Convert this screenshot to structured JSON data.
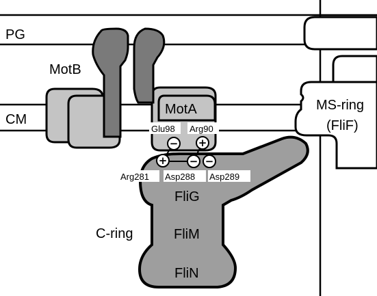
{
  "labels": {
    "pg": "PG",
    "cm": "CM",
    "motb": "MotB",
    "mota": "MotA",
    "ms_ring_line1": "MS-ring",
    "ms_ring_line2": "(FliF)",
    "c_ring": "C-ring",
    "flig": "FliG",
    "flim": "FliM",
    "flin": "FliN"
  },
  "residues": {
    "glu98": "Glu98",
    "arg90": "Arg90",
    "arg281": "Arg281",
    "asp288": "Asp288",
    "asp289": "Asp289"
  },
  "charges": {
    "glu98": "−",
    "arg90": "+",
    "arg281": "+",
    "asp288": "−",
    "asp289": "−"
  },
  "colors": {
    "motb_dark": "#7a7a7a",
    "mota_light": "#c4c4c4",
    "clig_gray": "#9e9e9e",
    "outline": "#000000",
    "white": "#ffffff"
  }
}
